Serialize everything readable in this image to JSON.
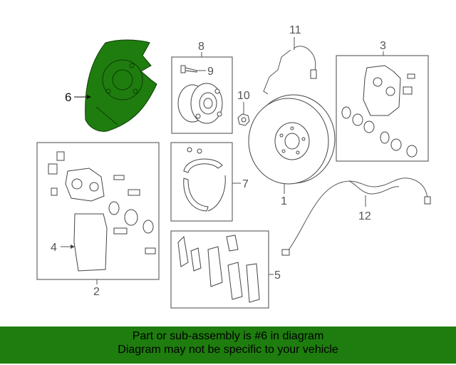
{
  "labels": {
    "p1": "1",
    "p2": "2",
    "p3": "3",
    "p4": "4",
    "p5": "5",
    "p6": "6",
    "p7": "7",
    "p8": "8",
    "p9": "9",
    "p10": "10",
    "p11": "11",
    "p12": "12"
  },
  "banner": {
    "line1": "Part or sub-assembly is #6 in diagram",
    "line2": "Diagram may not be specific to your vehicle"
  },
  "colors": {
    "highlight": "#1e7d0e",
    "banner": "#1e7d0e",
    "line": "#555555"
  }
}
